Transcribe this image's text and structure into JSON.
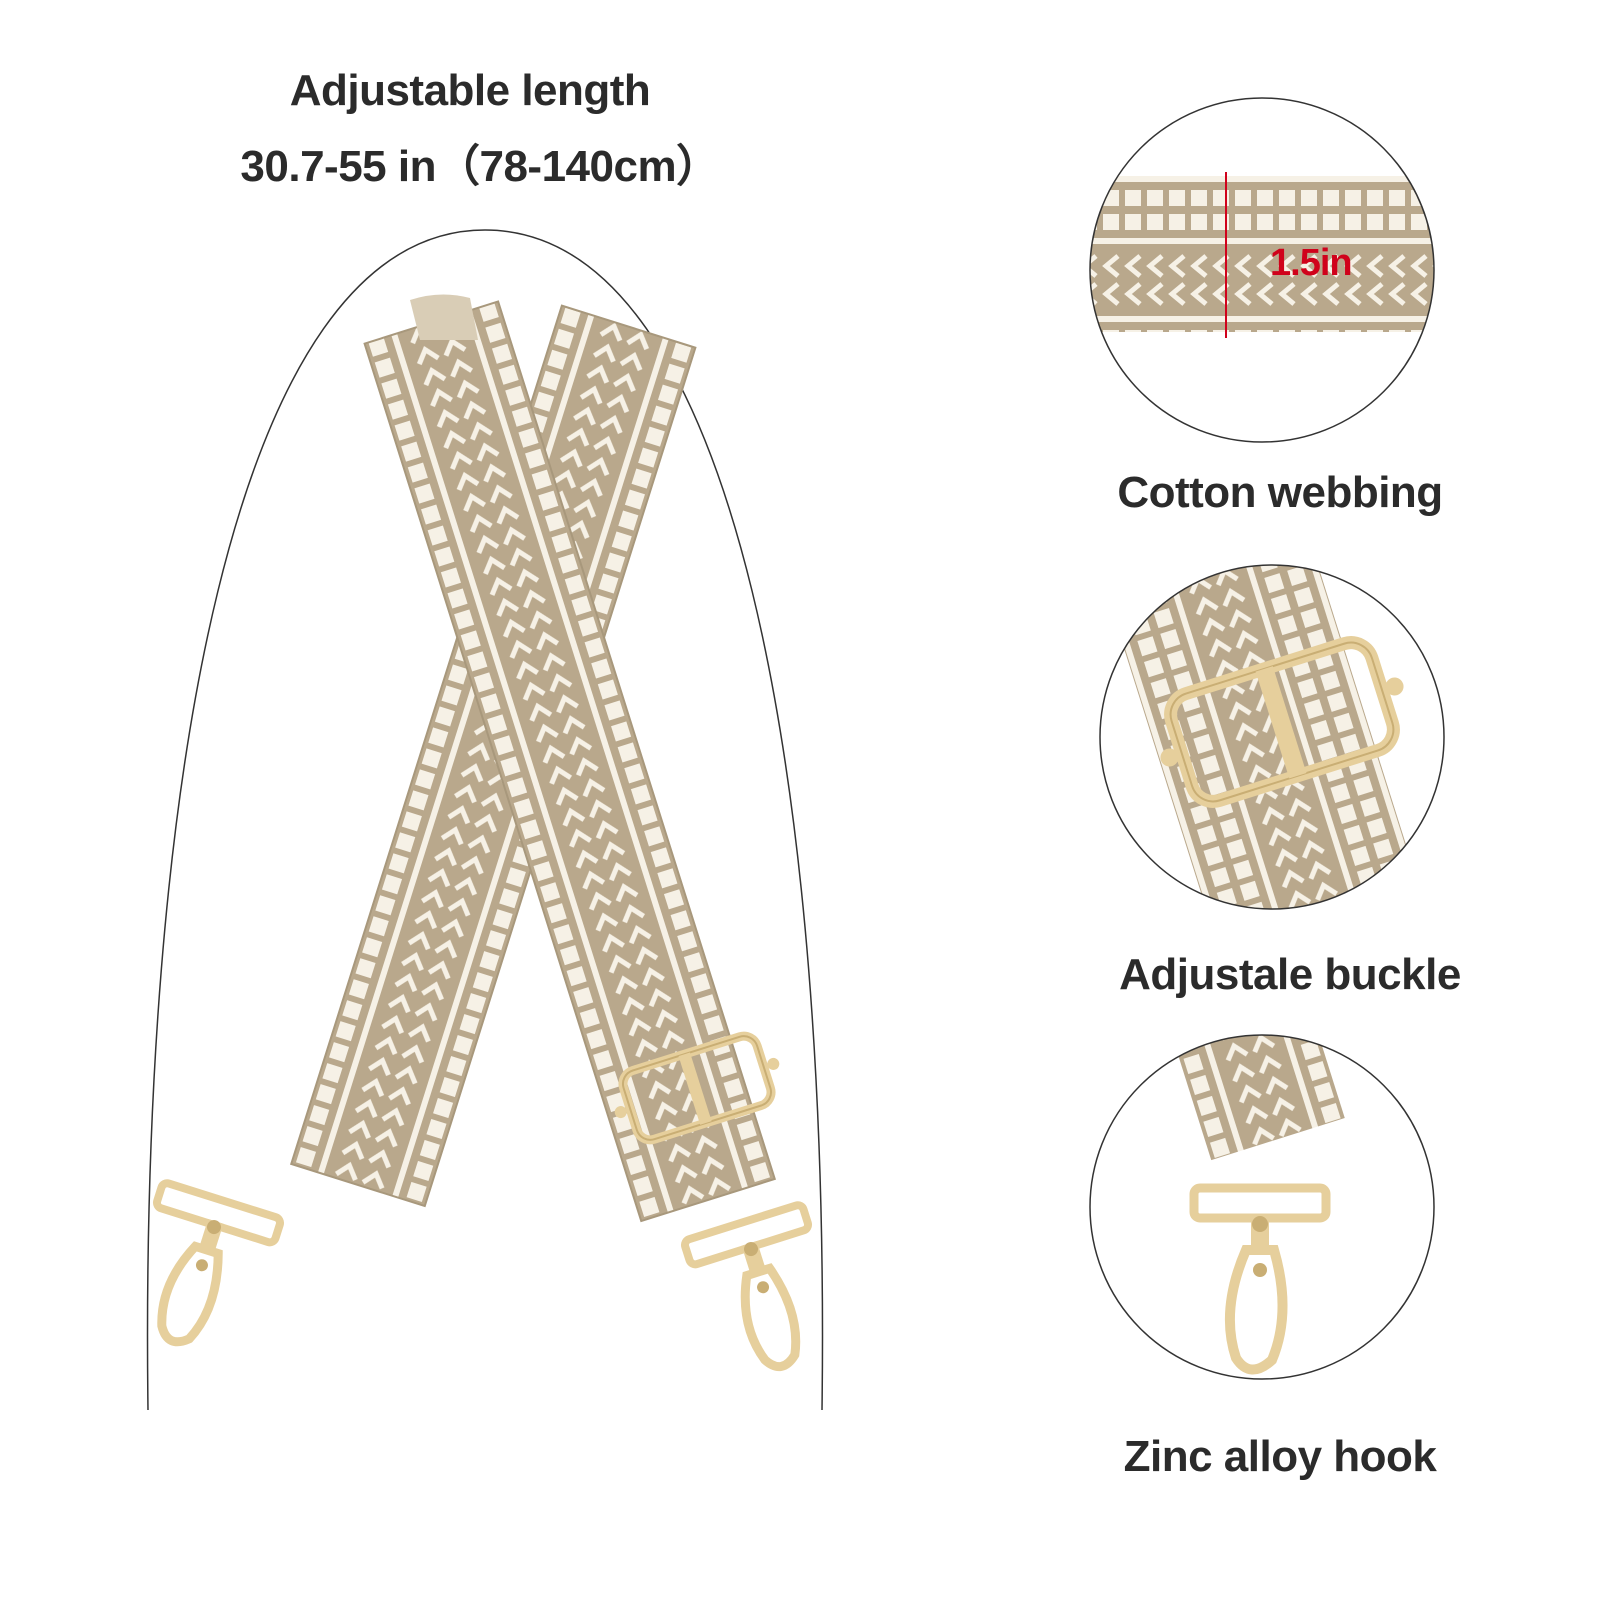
{
  "length": {
    "title": "Adjustable length",
    "range": "30.7-55 in（78-140cm）"
  },
  "details": {
    "width_value": "1.5in",
    "webbing_caption": "Cotton webbing",
    "buckle_caption": "Adjustale buckle",
    "hook_caption": "Zinc alloy hook"
  },
  "colors": {
    "strap_khaki": "#b9a88c",
    "strap_cream": "#f6f1e6",
    "hardware_gold": "#e6cf9c",
    "measure_red": "#d0021b",
    "text": "#2b2b2b"
  }
}
